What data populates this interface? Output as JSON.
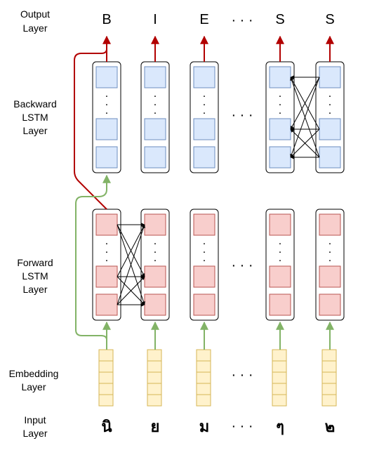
{
  "layers": {
    "output": [
      "Output",
      "Layer"
    ],
    "backward": [
      "Backward",
      "LSTM",
      "Layer"
    ],
    "forward": [
      "Forward",
      "LSTM",
      "Layer"
    ],
    "embedding": [
      "Embedding",
      "Layer"
    ],
    "input": [
      "Input",
      "Layer"
    ]
  },
  "outputs": [
    "B",
    "I",
    "E",
    "S",
    "S"
  ],
  "inputs": [
    "นิ",
    "ย",
    "ม",
    "ๆ",
    "๒"
  ],
  "ellipsis": "· · ·",
  "vdots": ".",
  "colors": {
    "backward_cell_fill": "#dae8fc",
    "backward_cell_stroke": "#6c8ebf",
    "forward_cell_fill": "#f8cecc",
    "forward_cell_stroke": "#b85450",
    "embedding_fill": "#fff2cc",
    "embedding_stroke": "#d6b656",
    "output_arrow": "#b20000",
    "embed_arrow": "#82b366"
  }
}
